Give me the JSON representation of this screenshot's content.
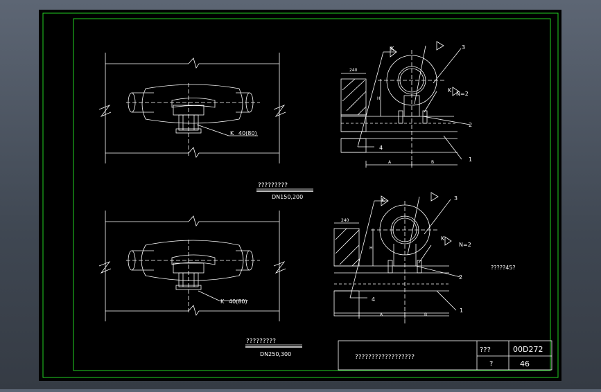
{
  "drawing": {
    "top_label_kbz": "K",
    "top_right_detail": {
      "dim_240": "240",
      "label_n2": "N=2",
      "label_k": "K",
      "label_h": "H",
      "label_a": "A",
      "label_b": "B",
      "callouts": [
        "1",
        "2",
        "3",
        "4"
      ]
    },
    "plan_view_top": {
      "weld_label": "K",
      "weld_size": "40(80)"
    },
    "plan_view_bottom": {
      "weld_label": "K",
      "weld_size": "40(80)"
    },
    "caption_top": {
      "title": "?????????",
      "subtitle": "DN150,200"
    },
    "caption_bottom": {
      "title": "?????????",
      "subtitle": "DN250,300"
    },
    "side_note": "?????45?",
    "title_block": {
      "drawing_title": "??????????????????",
      "cell_label_1": "???",
      "cell_value_1": "00D272",
      "cell_label_2": "?",
      "cell_value_2": "46"
    }
  }
}
